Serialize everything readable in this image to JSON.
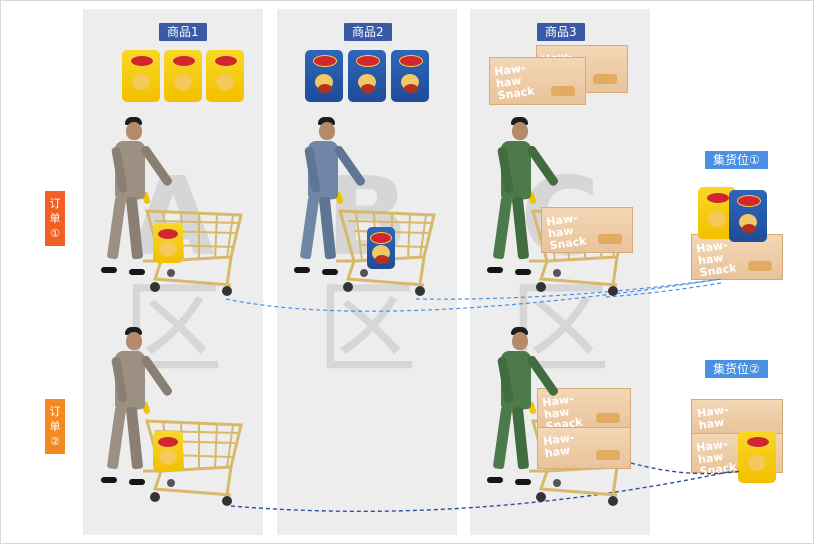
{
  "products": [
    {
      "label": "商品1",
      "zone_letter": "A",
      "zone_char": "区"
    },
    {
      "label": "商品2",
      "zone_letter": "B",
      "zone_char": "区"
    },
    {
      "label": "商品3",
      "zone_letter": "C",
      "zone_char": "区"
    }
  ],
  "orders": [
    {
      "label_line1": "订",
      "label_line2": "单",
      "label_line3": "①"
    },
    {
      "label_line1": "订",
      "label_line2": "单",
      "label_line3": "②"
    }
  ],
  "collection_points": [
    {
      "label": "集货位①"
    },
    {
      "label": "集货位②"
    }
  ],
  "packaging": {
    "box_text_line1": "Haw-",
    "box_text_line2": "haw",
    "box_text_line3": "Snack"
  },
  "colors": {
    "product_tag": "#3a59a6",
    "order1": "#f15f22",
    "order2": "#f28a1e",
    "collection_tag": "#4a90e2",
    "route_light": "#4a90e2",
    "route_dark": "#2e4f9b"
  }
}
